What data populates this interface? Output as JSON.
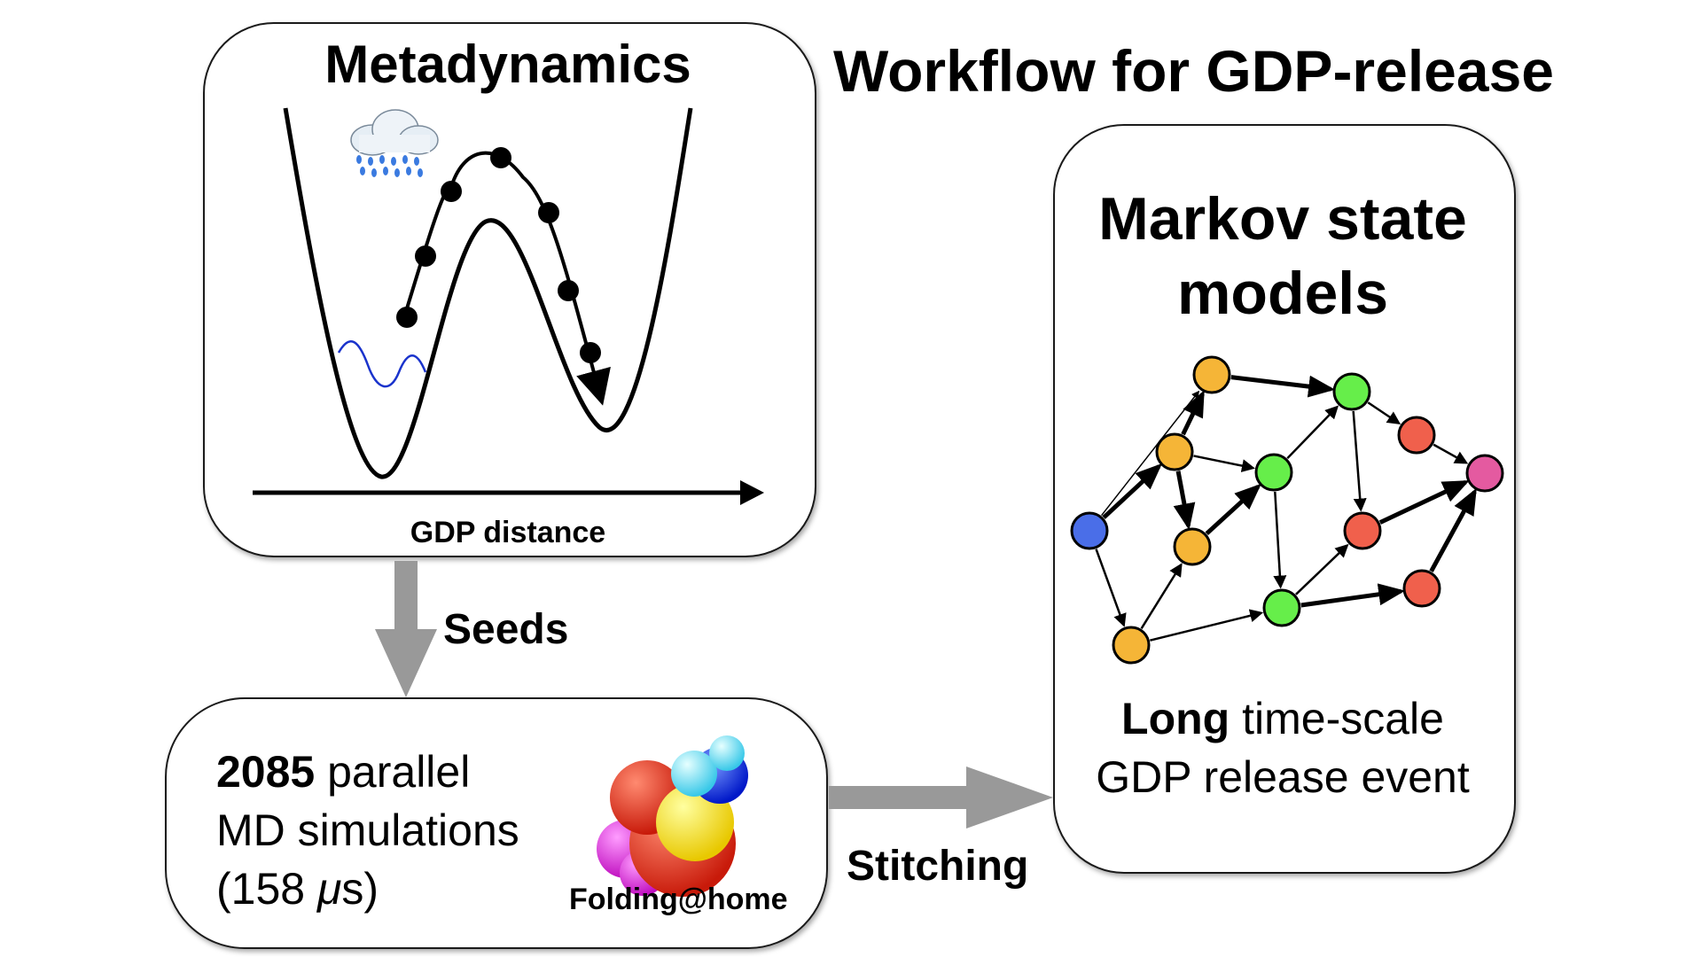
{
  "title": "Workflow for GDP-release",
  "metadynamics": {
    "title": "Metadynamics",
    "x_axis_label": "GDP distance",
    "icons": [
      "rain-cloud-icon"
    ]
  },
  "seeds_label": "Seeds",
  "md": {
    "count": "2085",
    "line1_rest": " parallel",
    "line2": "MD simulations",
    "line3_open": "(158 ",
    "line3_unit": "μ",
    "line3_close": "s)",
    "logo_label": "Folding@home"
  },
  "stitching_label": "Stitching",
  "msm": {
    "title": "Markov state models",
    "desc_bold": "Long",
    "desc_rest": " time-scale",
    "desc_line2": "GDP release event"
  },
  "colors": {
    "arrow_gray": "#999999",
    "wave_blue": "#1a33cc",
    "node_blue": "#4a6ee8",
    "node_orange": "#f5b537",
    "node_green": "#66ee4a",
    "node_red": "#f0604c",
    "node_pink": "#e45aa0"
  },
  "network": {
    "nodes": [
      {
        "id": "b0",
        "state": "blue"
      },
      {
        "id": "o1",
        "state": "orange"
      },
      {
        "id": "o2",
        "state": "orange"
      },
      {
        "id": "o3",
        "state": "orange"
      },
      {
        "id": "o4",
        "state": "orange"
      },
      {
        "id": "g1",
        "state": "green"
      },
      {
        "id": "g2",
        "state": "green"
      },
      {
        "id": "g3",
        "state": "green"
      },
      {
        "id": "r1",
        "state": "red"
      },
      {
        "id": "r2",
        "state": "red"
      },
      {
        "id": "r3",
        "state": "red"
      },
      {
        "id": "p1",
        "state": "pink"
      }
    ],
    "edges": [
      [
        "b0",
        "o1",
        "thin"
      ],
      [
        "b0",
        "o2",
        "thick"
      ],
      [
        "b0",
        "o4",
        "medium"
      ],
      [
        "o2",
        "o1",
        "thick"
      ],
      [
        "o2",
        "o3",
        "thick"
      ],
      [
        "o2",
        "g2",
        "medium"
      ],
      [
        "o1",
        "g1",
        "thick"
      ],
      [
        "o3",
        "g2",
        "thick"
      ],
      [
        "o4",
        "o3",
        "medium"
      ],
      [
        "o4",
        "g3",
        "medium"
      ],
      [
        "g2",
        "g1",
        "medium"
      ],
      [
        "g2",
        "g3",
        "medium"
      ],
      [
        "g1",
        "r1",
        "medium"
      ],
      [
        "g1",
        "r2",
        "medium"
      ],
      [
        "r1",
        "p1",
        "medium"
      ],
      [
        "g3",
        "r2",
        "medium"
      ],
      [
        "g3",
        "r3",
        "thick"
      ],
      [
        "r2",
        "p1",
        "thick"
      ],
      [
        "r3",
        "p1",
        "thick"
      ]
    ]
  }
}
